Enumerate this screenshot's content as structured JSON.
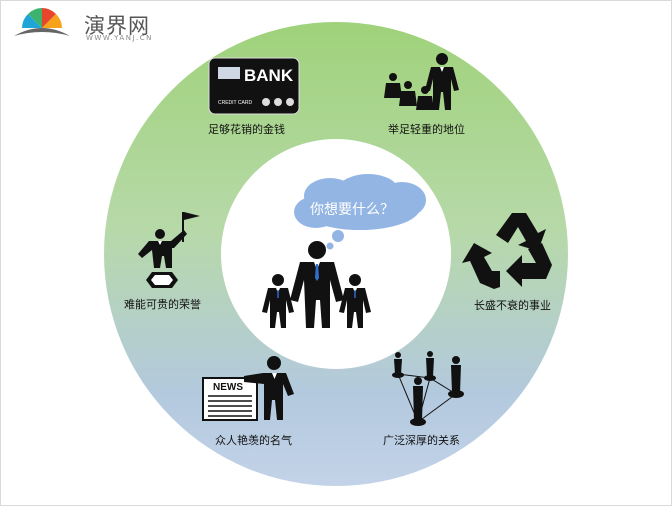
{
  "logo": {
    "text": "演界网",
    "sub": "WWW.YANJ.CN"
  },
  "center": {
    "question": "你想要什么？"
  },
  "items": [
    {
      "label": "足够花销的金钱",
      "icon": "bank-card-icon"
    },
    {
      "label": "举足轻重的地位",
      "icon": "leader-people-icon"
    },
    {
      "label": "长盛不衰的事业",
      "icon": "recycle-icon"
    },
    {
      "label": "广泛深厚的关系",
      "icon": "network-icon"
    },
    {
      "label": "众人艳羡的名气",
      "icon": "news-person-icon"
    },
    {
      "label": "难能可贵的荣誉",
      "icon": "flag-podium-icon"
    }
  ],
  "bank_card": {
    "title": "BANK",
    "sub": "CREDIT CARD"
  },
  "news": {
    "title": "NEWS"
  },
  "colors": {
    "ring_top": "#9fd27a",
    "ring_bottom": "#c3d3e8",
    "cloud": "#93b5e3",
    "tie": "#2f6fd1"
  }
}
